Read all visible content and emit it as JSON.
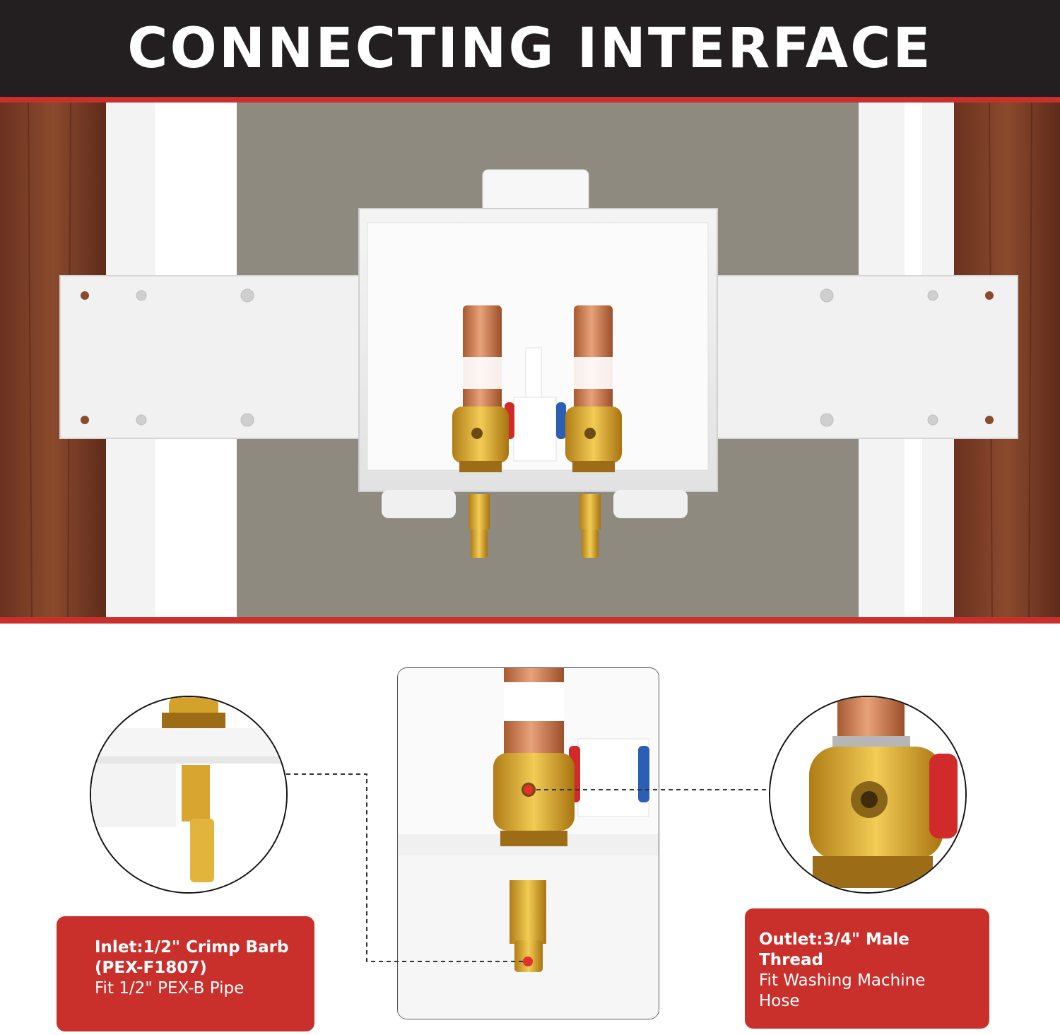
{
  "header": {
    "title": "CONNECTING INTERFACE"
  },
  "inlet": {
    "title": "Inlet:1/2\" Crimp Barb",
    "model": "(PEX-F1807)",
    "desc": "Fit 1/2\" PEX-B Pipe"
  },
  "outlet": {
    "title": "Outlet:3/4\" Male Thread",
    "desc_line1": "Fit Washing Machine",
    "desc_line2": "Hose"
  },
  "colors": {
    "header_bg": "#231f20",
    "accent_red": "#c9302c",
    "brass": "#d4a22a",
    "copper": "#c8794a"
  }
}
